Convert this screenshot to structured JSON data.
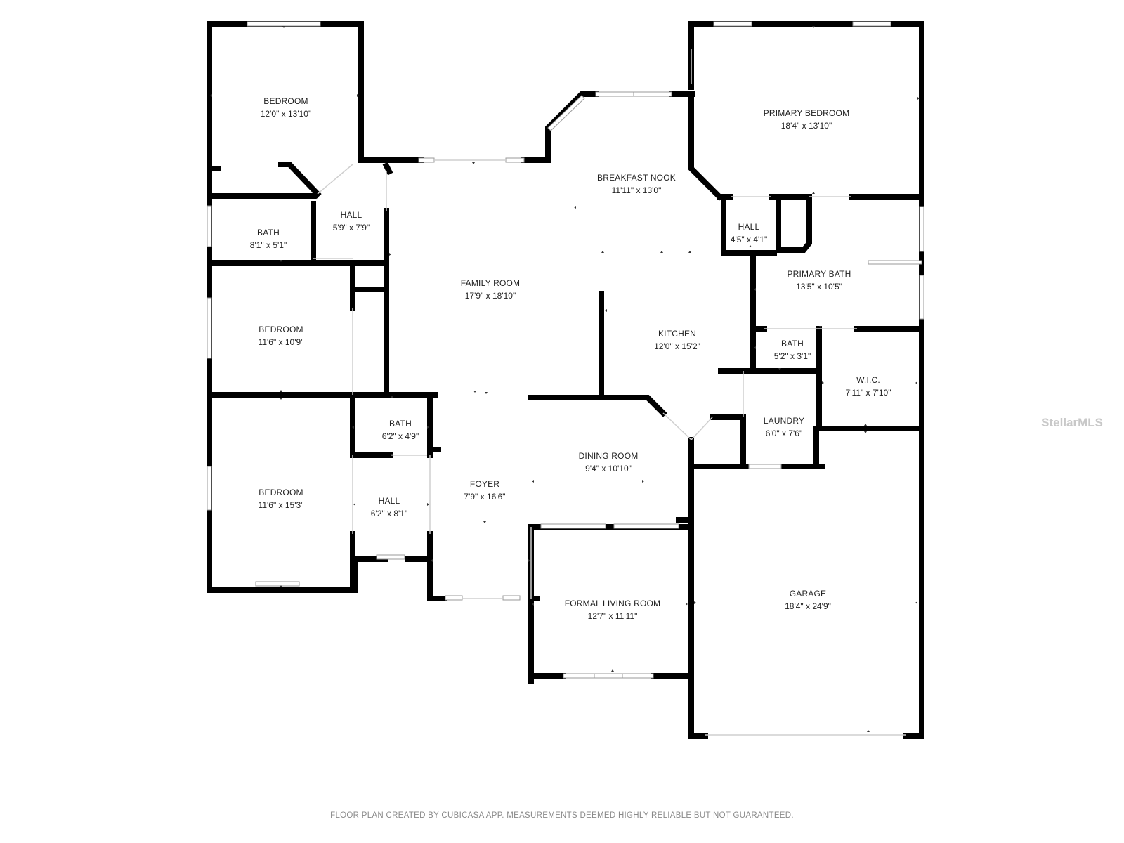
{
  "rooms": {
    "bedroom_nw": {
      "name": "BEDROOM",
      "dims": "12'0\" x 13'10\""
    },
    "bath_w": {
      "name": "BATH",
      "dims": "8'1\" x 5'1\""
    },
    "hall_nw": {
      "name": "HALL",
      "dims": "5'9\" x 7'9\""
    },
    "bedroom_w": {
      "name": "BEDROOM",
      "dims": "11'6\" x 10'9\""
    },
    "bedroom_sw": {
      "name": "BEDROOM",
      "dims": "11'6\" x 15'3\""
    },
    "bath_c": {
      "name": "BATH",
      "dims": "6'2\" x 4'9\""
    },
    "hall_sw": {
      "name": "HALL",
      "dims": "6'2\" x 8'1\""
    },
    "family": {
      "name": "FAMILY ROOM",
      "dims": "17'9\" x 18'10\""
    },
    "foyer": {
      "name": "FOYER",
      "dims": "7'9\" x 16'6\""
    },
    "nook": {
      "name": "BREAKFAST NOOK",
      "dims": "11'11\" x 13'0\""
    },
    "kitchen": {
      "name": "KITCHEN",
      "dims": "12'0\" x 15'2\""
    },
    "dining": {
      "name": "DINING ROOM",
      "dims": "9'4\" x 10'10\""
    },
    "formal": {
      "name": "FORMAL LIVING ROOM",
      "dims": "12'7\" x 11'11\""
    },
    "primary_bed": {
      "name": "PRIMARY BEDROOM",
      "dims": "18'4\" x 13'10\""
    },
    "hall_e": {
      "name": "HALL",
      "dims": "4'5\" x 4'1\""
    },
    "primary_bath": {
      "name": "PRIMARY BATH",
      "dims": "13'5\" x 10'5\""
    },
    "bath_e": {
      "name": "BATH",
      "dims": "5'2\" x 3'1\""
    },
    "wic": {
      "name": "W.I.C.",
      "dims": "7'11\" x 7'10\""
    },
    "laundry": {
      "name": "LAUNDRY",
      "dims": "6'0\" x 7'6\""
    },
    "garage": {
      "name": "GARAGE",
      "dims": "18'4\" x 24'9\""
    }
  },
  "footer_text": "FLOOR PLAN CREATED BY CUBICASA APP. MEASUREMENTS DEEMED HIGHLY RELIABLE BUT NOT GUARANTEED.",
  "watermark": "StellarMLS"
}
